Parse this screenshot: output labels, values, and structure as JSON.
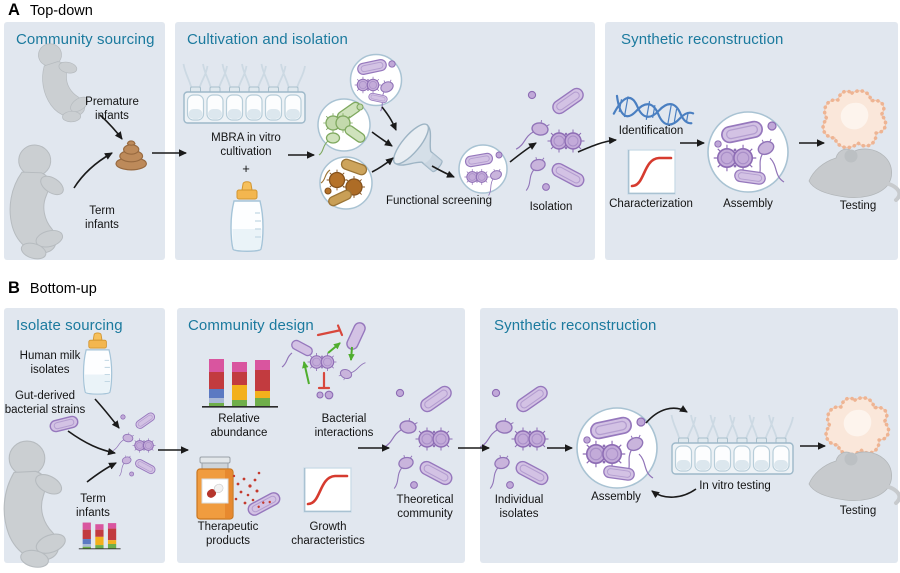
{
  "colors": {
    "panel_bg": "#e1e7ef",
    "heading_teal": "#1b7a9e",
    "text": "#141414",
    "arrow_black": "#1a1a1a",
    "purple_fill": "#d3c2e4",
    "purple_stroke": "#9678bd",
    "green_fill": "#cfe2bc",
    "green_stroke": "#7fa95f",
    "brown_fill": "#c99f56",
    "brown_stroke": "#8a5520",
    "promote_green": "#4fae2e",
    "inhibit_red": "#d8473c",
    "sigmoid_red": "#d63b2f",
    "dna_blue": "#4a7fc1",
    "organoid_edge": "#eeb493",
    "mouse_gray": "#c7cacd",
    "bottle_orange": "#f3b64f",
    "pill_orange": "#f09c3f",
    "bar_pink": "#d9559f",
    "bar_red": "#c23b3f",
    "bar_blue": "#5b79c2",
    "bar_lavender": "#a9b8d6",
    "bar_yellow": "#f3b01c",
    "bar_green": "#6fae4a"
  },
  "a": {
    "letter": "A",
    "name": "Top-down",
    "p1": {
      "title": "Community sourcing",
      "premature": "Premature\ninfants",
      "term": "Term\ninfants"
    },
    "p2": {
      "title": "Cultivation and isolation",
      "mbra": "MBRA in vitro\ncultivation",
      "plus": "+",
      "screening": "Functional screening",
      "isolation": "Isolation"
    },
    "p3": {
      "title": "Synthetic reconstruction",
      "identification": "Identification",
      "characterization": "Characterization",
      "assembly": "Assembly",
      "testing": "Testing"
    }
  },
  "b": {
    "letter": "B",
    "name": "Bottom-up",
    "p1": {
      "title": "Isolate sourcing",
      "milk": "Human milk\nisolates",
      "gut": "Gut-derived\nbacterial strains",
      "term": "Term\ninfants"
    },
    "p2": {
      "title": "Community design",
      "abundance": "Relative\nabundance",
      "interactions": "Bacterial\ninteractions",
      "therapeutic": "Therapeutic\nproducts",
      "growth": "Growth\ncharacteristics",
      "theoretical": "Theoretical\ncommunity"
    },
    "p3": {
      "title": "Synthetic reconstruction",
      "isolates": "Individual\nisolates",
      "assembly": "Assembly",
      "invitro": "In vitro testing",
      "testing": "Testing"
    }
  }
}
